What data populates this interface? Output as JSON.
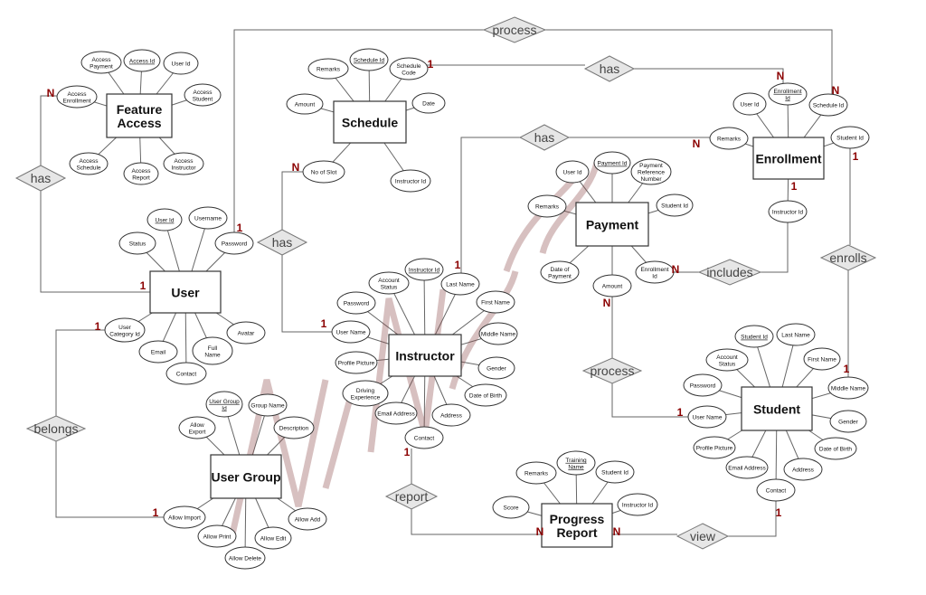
{
  "entities": {
    "feature_access": [
      "Feature",
      "Access"
    ],
    "schedule": [
      "Schedule"
    ],
    "enrollment": [
      "Enrollment"
    ],
    "payment": [
      "Payment"
    ],
    "user": [
      "User"
    ],
    "instructor": [
      "Instructor"
    ],
    "student": [
      "Student"
    ],
    "user_group": [
      "User Group"
    ],
    "progress_report": [
      "Progress",
      "Report"
    ]
  },
  "attributes": {
    "access_payment": [
      "Access",
      "Payment"
    ],
    "access_id": [
      "Access Id"
    ],
    "user_id_fa": [
      "User Id"
    ],
    "access_enrollment": [
      "Access",
      "Enrollment"
    ],
    "access_student": [
      "Access",
      "Student"
    ],
    "access_schedule": [
      "Access",
      "Schedule"
    ],
    "access_report": [
      "Access",
      "Report"
    ],
    "access_instructor": [
      "Access",
      "Instructor"
    ],
    "sch_remarks": [
      "Remarks"
    ],
    "sch_schedule_id": [
      "Schedule Id"
    ],
    "sch_schedule_code": [
      "Schedule",
      "Code"
    ],
    "sch_amount": [
      "Amount"
    ],
    "sch_date": [
      "Date"
    ],
    "sch_no_of_slot": [
      "No of Slot"
    ],
    "sch_instructor_id": [
      "Instructor Id"
    ],
    "en_user_id": [
      "User Id"
    ],
    "en_enrollment_id": [
      "Enrollment",
      "Id"
    ],
    "en_schedule_id": [
      "Schedule Id"
    ],
    "en_remarks": [
      "Remarks"
    ],
    "en_student_id": [
      "Student Id"
    ],
    "en_instructor_id": [
      "Instructor Id"
    ],
    "pay_user_id": [
      "User Id"
    ],
    "pay_payment_id": [
      "Payment Id"
    ],
    "pay_reference": [
      "Payment",
      "Reference",
      "Number"
    ],
    "pay_remarks": [
      "Remarks"
    ],
    "pay_student_id": [
      "Student Id"
    ],
    "pay_date": [
      "Date of",
      "Payment"
    ],
    "pay_amount": [
      "Amount"
    ],
    "pay_enrollment_id": [
      "Enrollment",
      "Id"
    ],
    "u_user_id": [
      "User Id"
    ],
    "u_username": [
      "Username"
    ],
    "u_status": [
      "Status"
    ],
    "u_password": [
      "Password"
    ],
    "u_category_id": [
      "User",
      "Category Id"
    ],
    "u_email": [
      "Email"
    ],
    "u_full_name": [
      "Full",
      "Name"
    ],
    "u_avatar": [
      "Avatar"
    ],
    "u_contact": [
      "Contact"
    ],
    "in_account_status": [
      "Account",
      "Status"
    ],
    "in_instructor_id": [
      "Instructor Id"
    ],
    "in_last_name": [
      "Last Name"
    ],
    "in_password": [
      "Password"
    ],
    "in_first_name": [
      "First Name"
    ],
    "in_middle_name": [
      "Middle Name"
    ],
    "in_user_name": [
      "User Name"
    ],
    "in_profile_picture": [
      "Profile Picture"
    ],
    "in_gender": [
      "Gender"
    ],
    "in_driving_experience": [
      "Driving",
      "Experience"
    ],
    "in_date_of_birth": [
      "Date of Birth"
    ],
    "in_email_address": [
      "Email Address"
    ],
    "in_address": [
      "Address"
    ],
    "in_contact": [
      "Contact"
    ],
    "st_student_id": [
      "Student Id"
    ],
    "st_last_name": [
      "Last Name"
    ],
    "st_account_status": [
      "Account",
      "Status"
    ],
    "st_first_name": [
      "First Name"
    ],
    "st_password": [
      "Password"
    ],
    "st_middle_name": [
      "Middle Name"
    ],
    "st_user_name": [
      "User Name"
    ],
    "st_gender": [
      "Gender"
    ],
    "st_profile_picture": [
      "Profile Picture"
    ],
    "st_date_of_birth": [
      "Date of Birth"
    ],
    "st_email_address": [
      "Email Address"
    ],
    "st_address": [
      "Address"
    ],
    "st_contact": [
      "Contact"
    ],
    "ug_user_group_id": [
      "User Group",
      "Id"
    ],
    "ug_group_name": [
      "Group Name"
    ],
    "ug_allow_export": [
      "Allow",
      "Export"
    ],
    "ug_description": [
      "Description"
    ],
    "ug_allow_import": [
      "Allow Import"
    ],
    "ug_allow_add": [
      "Allow Add"
    ],
    "ug_allow_print": [
      "Allow Print"
    ],
    "ug_allow_edit": [
      "Allow Edit"
    ],
    "ug_allow_delete": [
      "Allow Delete"
    ],
    "pr_remarks": [
      "Remarks"
    ],
    "pr_training_name": [
      "Training",
      "Name"
    ],
    "pr_student_id": [
      "Student Id"
    ],
    "pr_score": [
      "Score"
    ],
    "pr_instructor_id": [
      "Instructor Id"
    ]
  },
  "relationships": {
    "rel_process_top": "process",
    "rel_has_schedule": "has",
    "rel_has_feature": "has",
    "rel_has_payment": "has",
    "rel_has_user": "has",
    "rel_includes": "includes",
    "rel_enrolls": "enrolls",
    "rel_process_mid": "process",
    "rel_belongs": "belongs",
    "rel_report": "report",
    "rel_view": "view"
  },
  "cardinalities": {
    "c1": "1",
    "c2": "N",
    "c3": "N",
    "c4": "N",
    "c5": "N",
    "c6": "1",
    "c7": "1",
    "c8": "N",
    "c9": "1",
    "c10": "N",
    "c11": "1",
    "c12": "1",
    "c13": "N",
    "c14": "1",
    "c15": "1",
    "c16": "1",
    "c17": "N",
    "c18": "N",
    "c19": "1"
  }
}
